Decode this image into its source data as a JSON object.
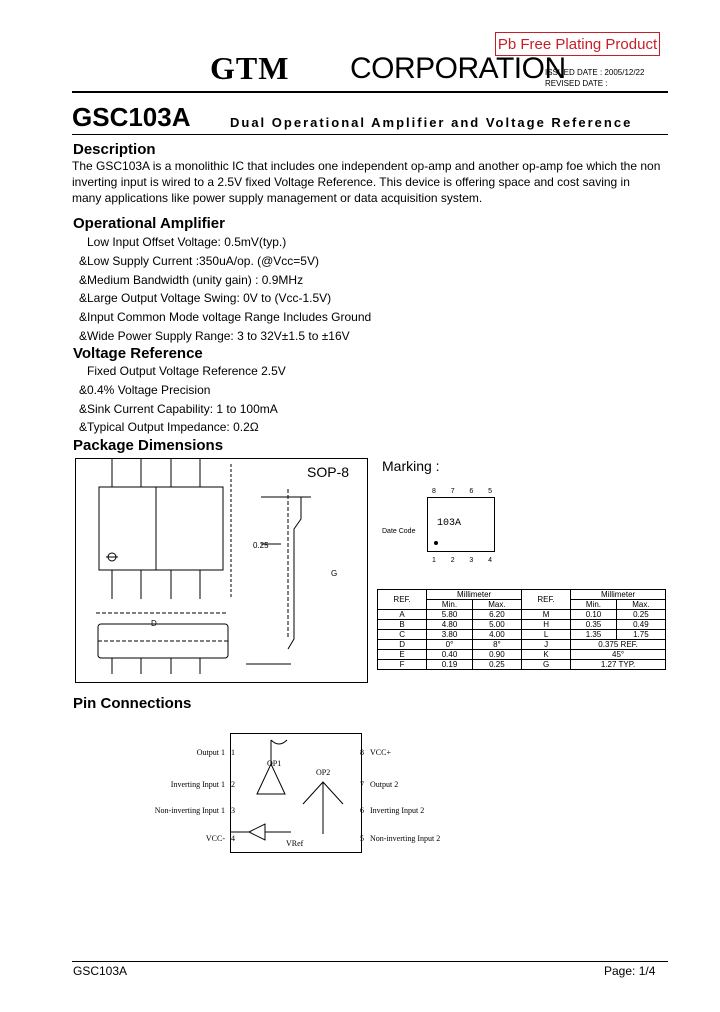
{
  "header": {
    "badge": "Pb Free Plating Product",
    "company": "GTM",
    "corporation": "CORPORATION",
    "issued": "ISSUED DATE : 2005/12/22",
    "revised": "REVISED DATE :"
  },
  "title": {
    "part_number": "GSC103A",
    "subtitle": "Dual Operational Amplifier and Voltage Reference"
  },
  "description": {
    "heading": "Description",
    "line1": "The GSC103A is a monolithic IC that includes one independent op-amp and another op-amp foe which the non",
    "line2": "inverting input is wired to a 2.5V fixed Voltage Reference. This device is offering space and cost saving in",
    "line3": "many applications like power supply management or data acquisition system."
  },
  "opamp": {
    "heading": "Operational Amplifier",
    "items": [
      "Low Input Offset Voltage: 0.5mV(typ.)",
      "&Low Supply Current :350uA/op. (@Vcc=5V)",
      "&Medium Bandwidth (unity gain) : 0.9MHz",
      "&Large Output Voltage Swing: 0V to (Vcc-1.5V)",
      "&Input Common Mode voltage Range Includes Ground",
      "&Wide Power Supply Range: 3 to 32V±1.5 to ±16V"
    ]
  },
  "vref": {
    "heading": "Voltage Reference",
    "items": [
      "Fixed Output Voltage Reference 2.5V",
      "&0.4% Voltage Precision",
      "&Sink Current Capability: 1 to 100mA",
      "&Typical Output Impedance: 0.2Ω"
    ]
  },
  "package": {
    "heading": "Package Dimensions",
    "sop": "SOP-8",
    "marking": "Marking :",
    "mark_text": "103A",
    "date_code": "Date Code",
    "top_pins": [
      "8",
      "7",
      "6",
      "5"
    ],
    "bottom_pins": [
      "1",
      "2",
      "3",
      "4"
    ],
    "dim_025": "0.25",
    "dim_D": "D",
    "dim_G": "G"
  },
  "dims_table": {
    "ref": "REF.",
    "millimeter": "Millimeter",
    "min": "Min.",
    "max": "Max.",
    "rows": [
      [
        "A",
        "5.80",
        "6.20",
        "M",
        "0.10",
        "0.25"
      ],
      [
        "B",
        "4.80",
        "5.00",
        "H",
        "0.35",
        "0.49"
      ],
      [
        "C",
        "3.80",
        "4.00",
        "L",
        "1.35",
        "1.75"
      ],
      [
        "D",
        "0°",
        "8°",
        "J",
        "0.375 REF.",
        ""
      ],
      [
        "E",
        "0.40",
        "0.90",
        "K",
        "45°",
        ""
      ],
      [
        "F",
        "0.19",
        "0.25",
        "G",
        "1.27 TYP.",
        ""
      ]
    ]
  },
  "pins": {
    "heading": "Pin Connections",
    "left": [
      {
        "label": "Output 1",
        "num": "1"
      },
      {
        "label": "Inverting Input 1",
        "num": "2"
      },
      {
        "label": "Non-inverting Input 1",
        "num": "3"
      },
      {
        "label": "VCC-",
        "num": "4"
      }
    ],
    "right": [
      {
        "label": "VCC+",
        "num": "8"
      },
      {
        "label": "Output 2",
        "num": "7"
      },
      {
        "label": "Inverting Input 2",
        "num": "6"
      },
      {
        "label": "Non-inverting Input 2",
        "num": "5"
      }
    ],
    "op1": "OP1",
    "op2": "OP2",
    "vref": "VRef"
  },
  "footer": {
    "part": "GSC103A",
    "page": "Page: 1/4"
  }
}
